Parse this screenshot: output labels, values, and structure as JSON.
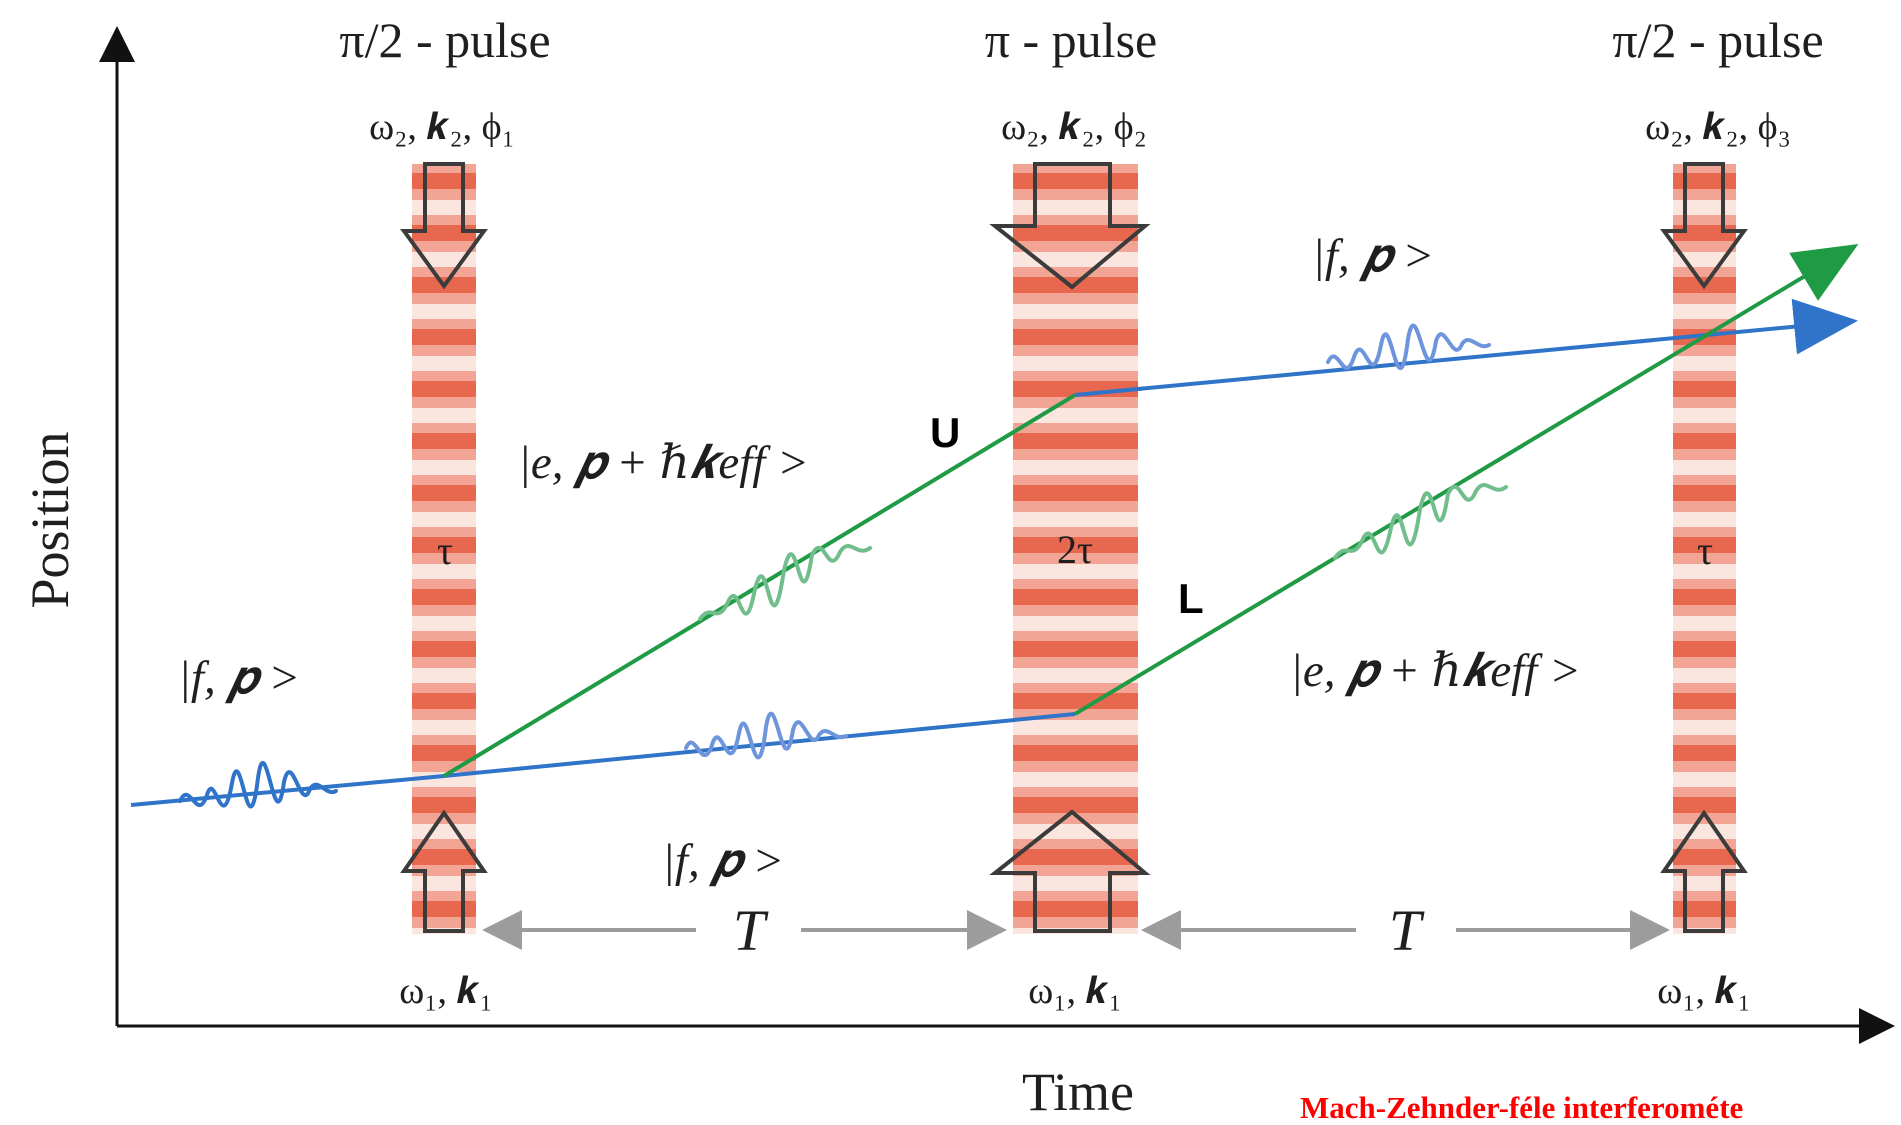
{
  "axes": {
    "y_label": "Position",
    "x_label": "Time"
  },
  "pulses": [
    {
      "title": "π/2 - pulse",
      "top_params": "ω₂, 𝒌₂, ϕ₁",
      "duration": "τ",
      "bottom_params": "ω₁, 𝒌₁"
    },
    {
      "title": "π - pulse",
      "top_params": "ω₂, 𝒌₂, ϕ₂",
      "duration": "2τ",
      "bottom_params": "ω₁, 𝒌₁"
    },
    {
      "title": "π/2 - pulse",
      "top_params": "ω₂, 𝒌₂, ϕ₃",
      "duration": "τ",
      "bottom_params": "ω₁, 𝒌₁"
    }
  ],
  "intervals": [
    "T",
    "T"
  ],
  "states": {
    "initial": "|f, 𝒑 >",
    "upper_excited": "|e, 𝒑 + ℏ𝒌eff >",
    "lower_ground": "|f, 𝒑 >",
    "upper_ground": "|f, 𝒑 >",
    "lower_excited": "|e, 𝒑 + ℏ𝒌eff >"
  },
  "arm_labels": {
    "upper": "U",
    "lower": "L"
  },
  "caption": "Mach-Zehnder-féle interferométe",
  "colors": {
    "ground_path": "#2f74c8",
    "excited_path": "#1f9a45",
    "pulse_red": "#e8674f",
    "pulse_light": "#fbe6df",
    "axis": "#111111",
    "interval_arrow": "#9c9c9c",
    "caption": "#ff0000"
  }
}
